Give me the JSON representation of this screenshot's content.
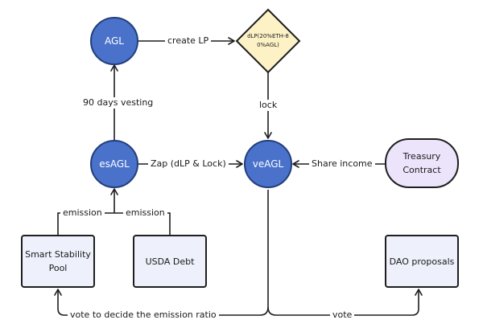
{
  "nodes": {
    "agl": "AGL",
    "dlp": "dLP(20%ETH-80%AGL)",
    "esagl": "esAGL",
    "veagl": "veAGL",
    "treasury": "Treasury Contract",
    "smart_stability_pool": "Smart Stability Pool",
    "usda_debt": "USDA Debt",
    "dao_proposals": "DAO proposals"
  },
  "edges": {
    "create_lp": "create LP",
    "vesting": "90 days vesting",
    "lock": "lock",
    "zap": "Zap (dLP & Lock)",
    "share_income": "Share income",
    "emission_left": "emission",
    "emission_right": "emission",
    "vote_emission": "vote to decide the emission ratio",
    "vote": "vote"
  },
  "colors": {
    "circle_fill": "#4a72cb",
    "circle_border": "#233f7a",
    "diamond_fill": "#fdf2c6",
    "box_fill": "#eef1fb",
    "pill_fill": "#ece4fb",
    "line": "#1e1e1e"
  }
}
